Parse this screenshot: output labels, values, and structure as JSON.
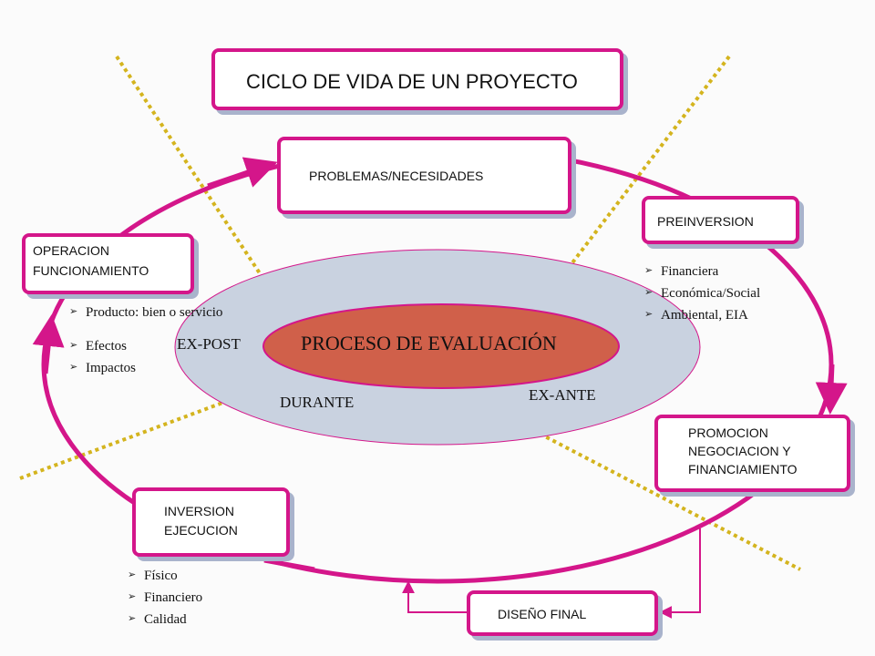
{
  "title": "CICLO DE VIDA DE UN PROYECTO",
  "center": "PROCESO DE EVALUACIÓN",
  "evaluation_labels": {
    "ex_post": "EX-POST",
    "during": "DURANTE",
    "ex_ante": "EX-ANTE"
  },
  "stages": {
    "problems": "PROBLEMAS/NECESIDADES",
    "preinversion": "PREINVERSION",
    "promotion": "PROMOCION\nNEGOCIACION Y\nFINANCIAMIENTO",
    "final_design": "DISEÑO FINAL",
    "investment": "INVERSION\nEJECUCION",
    "operation": "OPERACION\nFUNCIONAMIENTO"
  },
  "preinversion_items": [
    "Financiera",
    "Económica/Social",
    "Ambiental, EIA"
  ],
  "operation_items": [
    "Producto: bien o servicio",
    "Efectos",
    "Impactos"
  ],
  "investment_items": [
    "Físico",
    "Financiero",
    "Calidad"
  ],
  "colors": {
    "cycle": "#d4168a",
    "dotted": "#d4b41e",
    "inner_ellipse": "#c9d2e0",
    "center_ellipse": "#d0604a",
    "shadow": "#a9b3cc"
  }
}
